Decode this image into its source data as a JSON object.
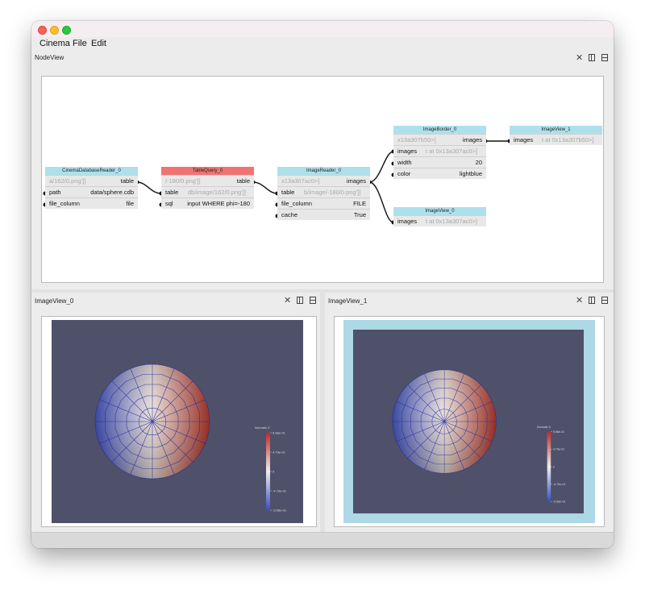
{
  "menubar": {
    "items": [
      "Cinema",
      "File",
      "Edit"
    ]
  },
  "panels": {
    "nodeview": {
      "title": "NodeView"
    },
    "imageview0": {
      "title": "ImageView_0"
    },
    "imageview1": {
      "title": "ImageView_1"
    }
  },
  "icons": {
    "close": "close-icon",
    "split_h": "split-horizontal-icon",
    "split_v": "split-vertical-icon"
  },
  "nodes": {
    "reader": {
      "title": "CinemaDatabaseReader_0",
      "out_preview": "a/162/0.png']]",
      "out_port": "table",
      "path_label": "path",
      "path_value": "data/sphere.cdb",
      "file_column_label": "file_column",
      "file_column_value": "file"
    },
    "query": {
      "title": "TableQuery_0",
      "out_preview": "/-180/0.png']]",
      "out_port": "table",
      "table_label": "table",
      "table_preview": "db/image/162/0.png']]",
      "sql_label": "sql",
      "sql_value": "input WHERE phi=-180"
    },
    "imgreader": {
      "title": "ImageReader_0",
      "out_preview": "x13a307ac0>]",
      "out_port": "images",
      "table_label": "table",
      "table_preview": "b/image/-180/0.png']]",
      "file_column_label": "file_column",
      "file_column_value": "FILE",
      "cache_label": "cache",
      "cache_value": "True"
    },
    "border": {
      "title": "ImageBorder_0",
      "out_preview": "x13a307b50>]",
      "out_port": "images",
      "images_label": "images",
      "images_preview": "t at 0x13a307ac0>]",
      "width_label": "width",
      "width_value": "20",
      "color_label": "color",
      "color_value": "lightblue"
    },
    "view1": {
      "title": "ImageView_1",
      "images_label": "images",
      "images_preview": "t at 0x13a307b50>]"
    },
    "view0": {
      "title": "ImageView_0",
      "images_label": "images",
      "images_preview": "t at 0x13a307ac0>]"
    }
  },
  "legend": {
    "title": "Normals X",
    "ticks": [
      "9.58e-01",
      "4.79e-01",
      "0",
      "-4.79e-01",
      "-9.58e-01"
    ]
  },
  "colors": {
    "node_header_default": "#aee0ec",
    "node_header_selected": "#f07373",
    "view_background": "#4e5169",
    "border_color": "#add8e6",
    "mesh_line": "#1f2a9b"
  }
}
